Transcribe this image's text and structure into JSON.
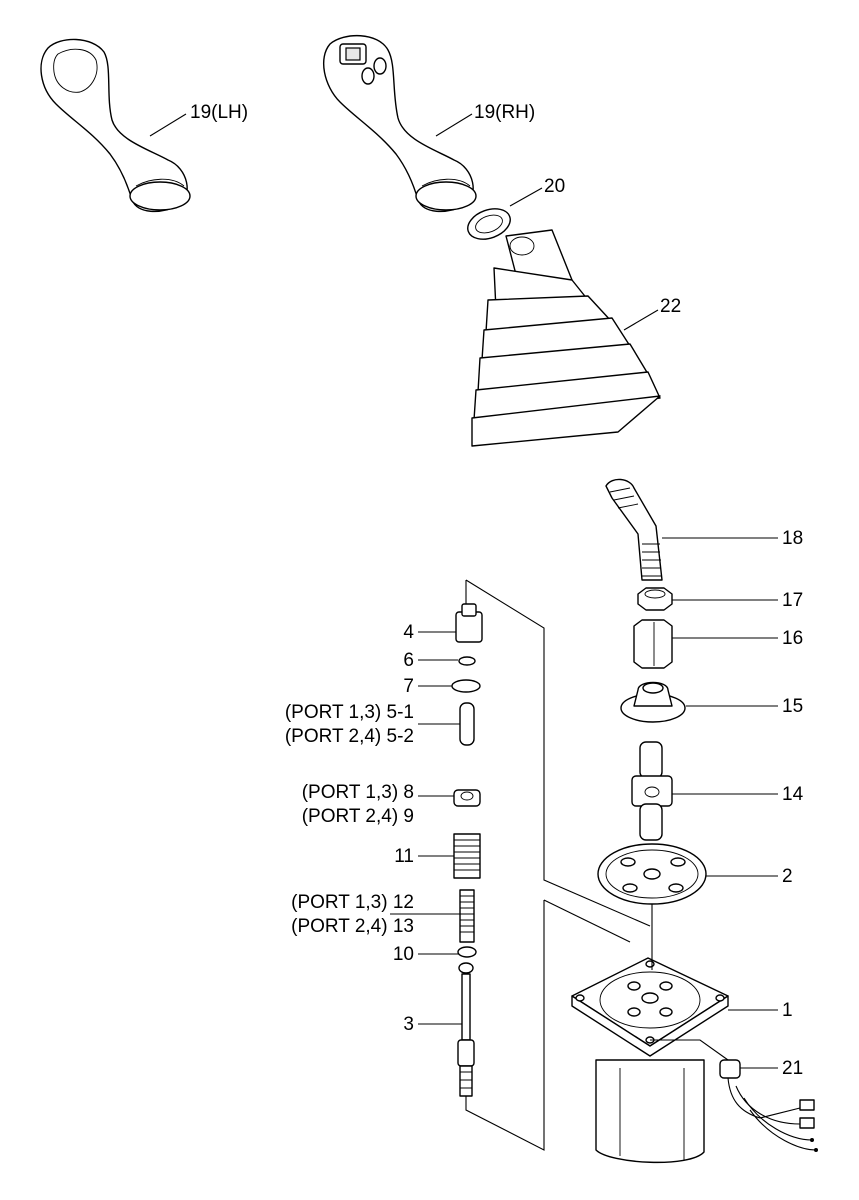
{
  "callouts": {
    "c19lh": "19(LH)",
    "c19rh": "19(RH)",
    "c20": "20",
    "c22": "22",
    "c18": "18",
    "c17": "17",
    "c16": "16",
    "c15": "15",
    "c14": "14",
    "c2": "2",
    "c1": "1",
    "c21": "21",
    "c4": "4",
    "c6": "6",
    "c7": "7",
    "c5_1": "(PORT 1,3) 5-1",
    "c5_2": "(PORT 2,4) 5-2",
    "c8": "(PORT 1,3) 8",
    "c9": "(PORT 2,4) 9",
    "c11": "11",
    "c12": "(PORT 1,3) 12",
    "c13": "(PORT 2,4) 13",
    "c10": "10",
    "c3": "3"
  },
  "colors": {
    "line": "#000000",
    "background": "#ffffff"
  }
}
